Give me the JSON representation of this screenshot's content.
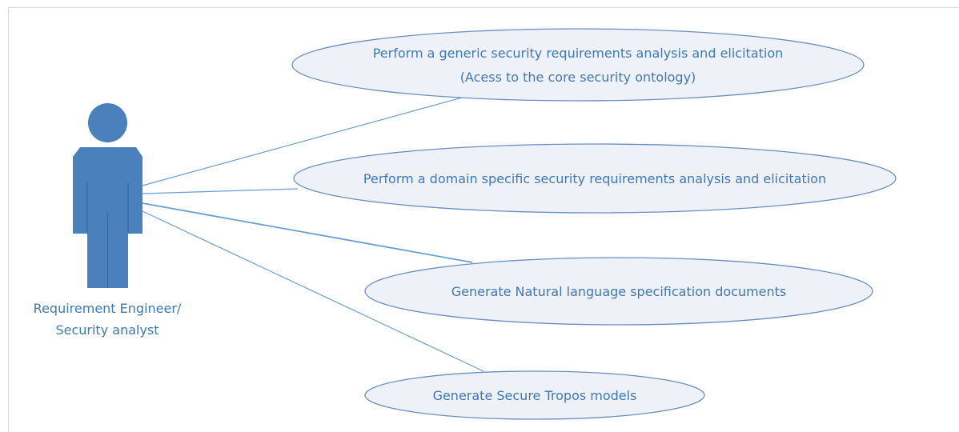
{
  "actor": {
    "label_line1": "Requirement Engineer/",
    "label_line2": "Security analyst"
  },
  "use_cases": [
    {
      "line1": "Perform a generic security requirements analysis and elicitation",
      "line2": "(Acess to the core security ontology)"
    },
    {
      "line1": "Perform a domain specific security requirements analysis and elicitation"
    },
    {
      "line1": "Generate Natural language specification documents"
    },
    {
      "line1": "Generate Secure Tropos models"
    }
  ],
  "colors": {
    "actor": "#4a80bb",
    "line": "#6a9fd0",
    "ellipse_fill": "#eef2f8",
    "ellipse_stroke": "#6a8fbd",
    "text": "#3f78b6"
  }
}
